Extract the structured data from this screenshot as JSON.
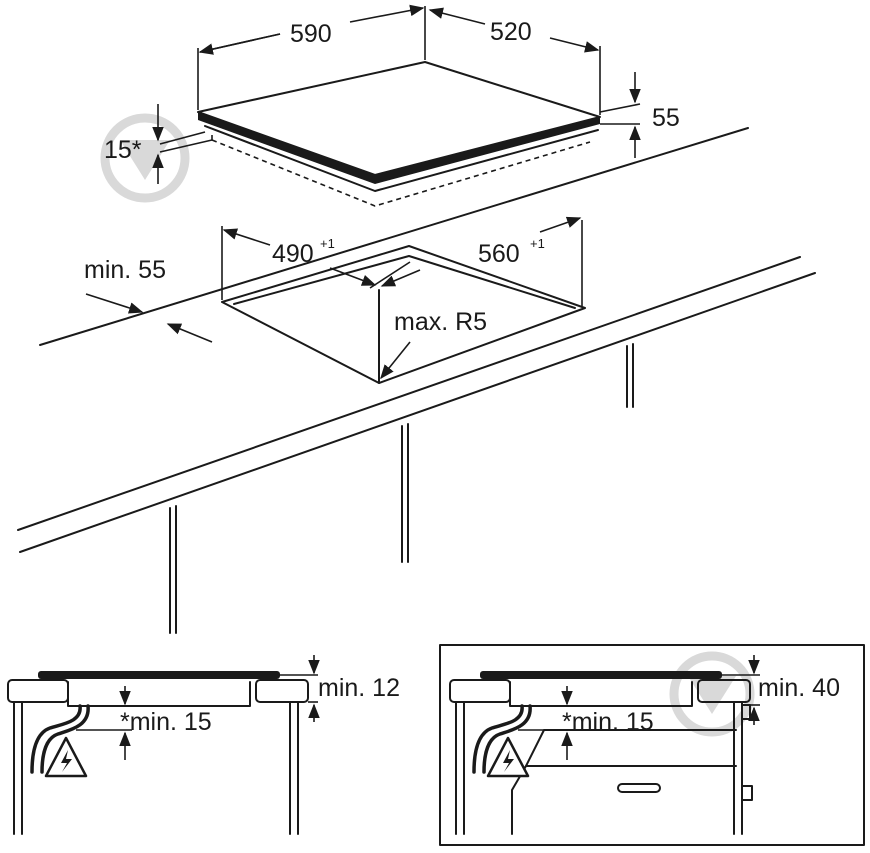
{
  "labels": {
    "hob_width": "590",
    "hob_depth": "520",
    "hob_height": "55",
    "hob_offset": "15*",
    "cutout_width": "490",
    "cutout_width_tol": "+1",
    "cutout_depth": "560",
    "cutout_depth_tol": "+1",
    "rear_clearance": "min. 55",
    "corner_radius": "max. R5",
    "left_top_clearance": "min. 12",
    "left_bottom_clearance": "*min. 15",
    "right_top_clearance": "min. 40",
    "right_bottom_clearance": "*min. 15"
  },
  "icons": {
    "warning": "electric-hazard-warning-icon",
    "watermark": "brand-logo-watermark"
  }
}
